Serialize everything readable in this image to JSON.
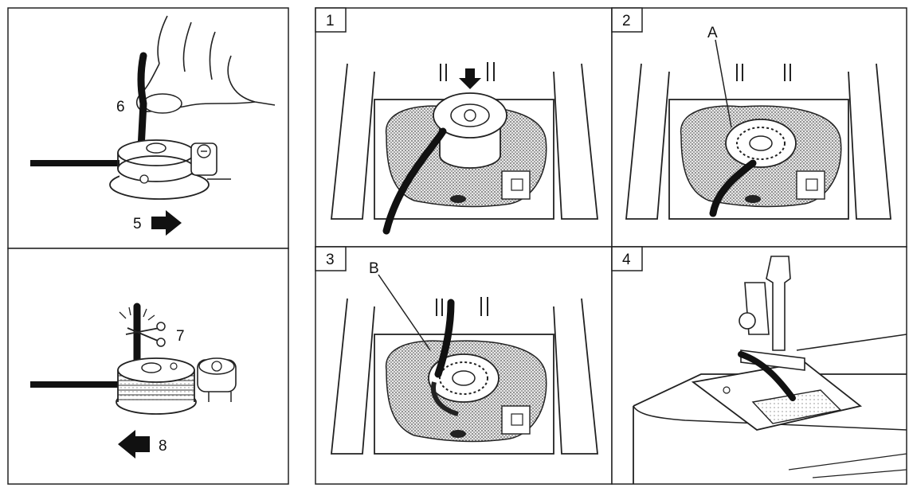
{
  "left_panels": {
    "top": {
      "callout_6": "6",
      "callout_5": "5"
    },
    "bottom": {
      "callout_7": "7",
      "callout_8": "8"
    }
  },
  "steps": [
    {
      "number": "1"
    },
    {
      "number": "2",
      "callout": "A"
    },
    {
      "number": "3",
      "callout": "B"
    },
    {
      "number": "4"
    }
  ]
}
